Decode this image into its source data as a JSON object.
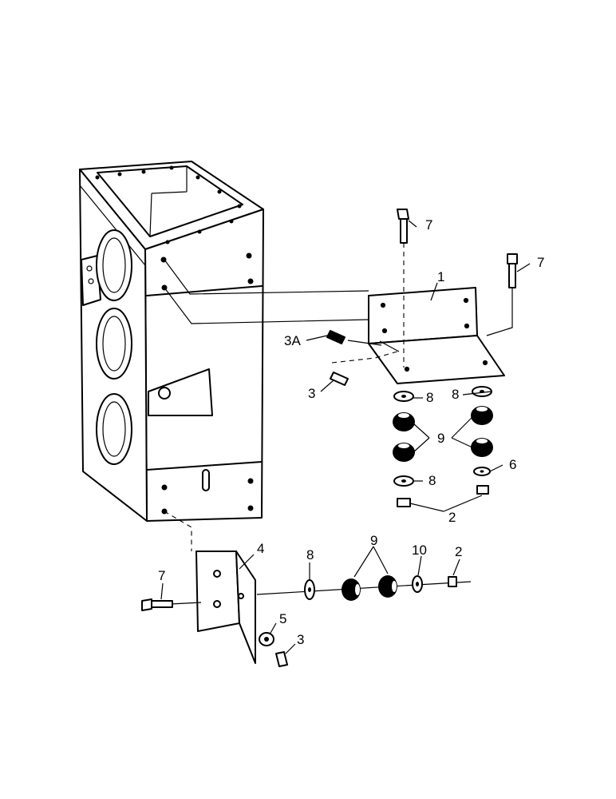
{
  "callouts": {
    "c1": "1",
    "c2_right": "2",
    "c2_bottom": "2",
    "c3_upper": "3",
    "c3_lower": "3",
    "c3a": "3A",
    "c4": "4",
    "c5": "5",
    "c6": "6",
    "c7_a": "7",
    "c7_b": "7",
    "c7_c": "7",
    "c8_a": "8",
    "c8_b": "8",
    "c8_c": "8",
    "c9_right": "9",
    "c9_bottom": "9",
    "c10": "10"
  }
}
